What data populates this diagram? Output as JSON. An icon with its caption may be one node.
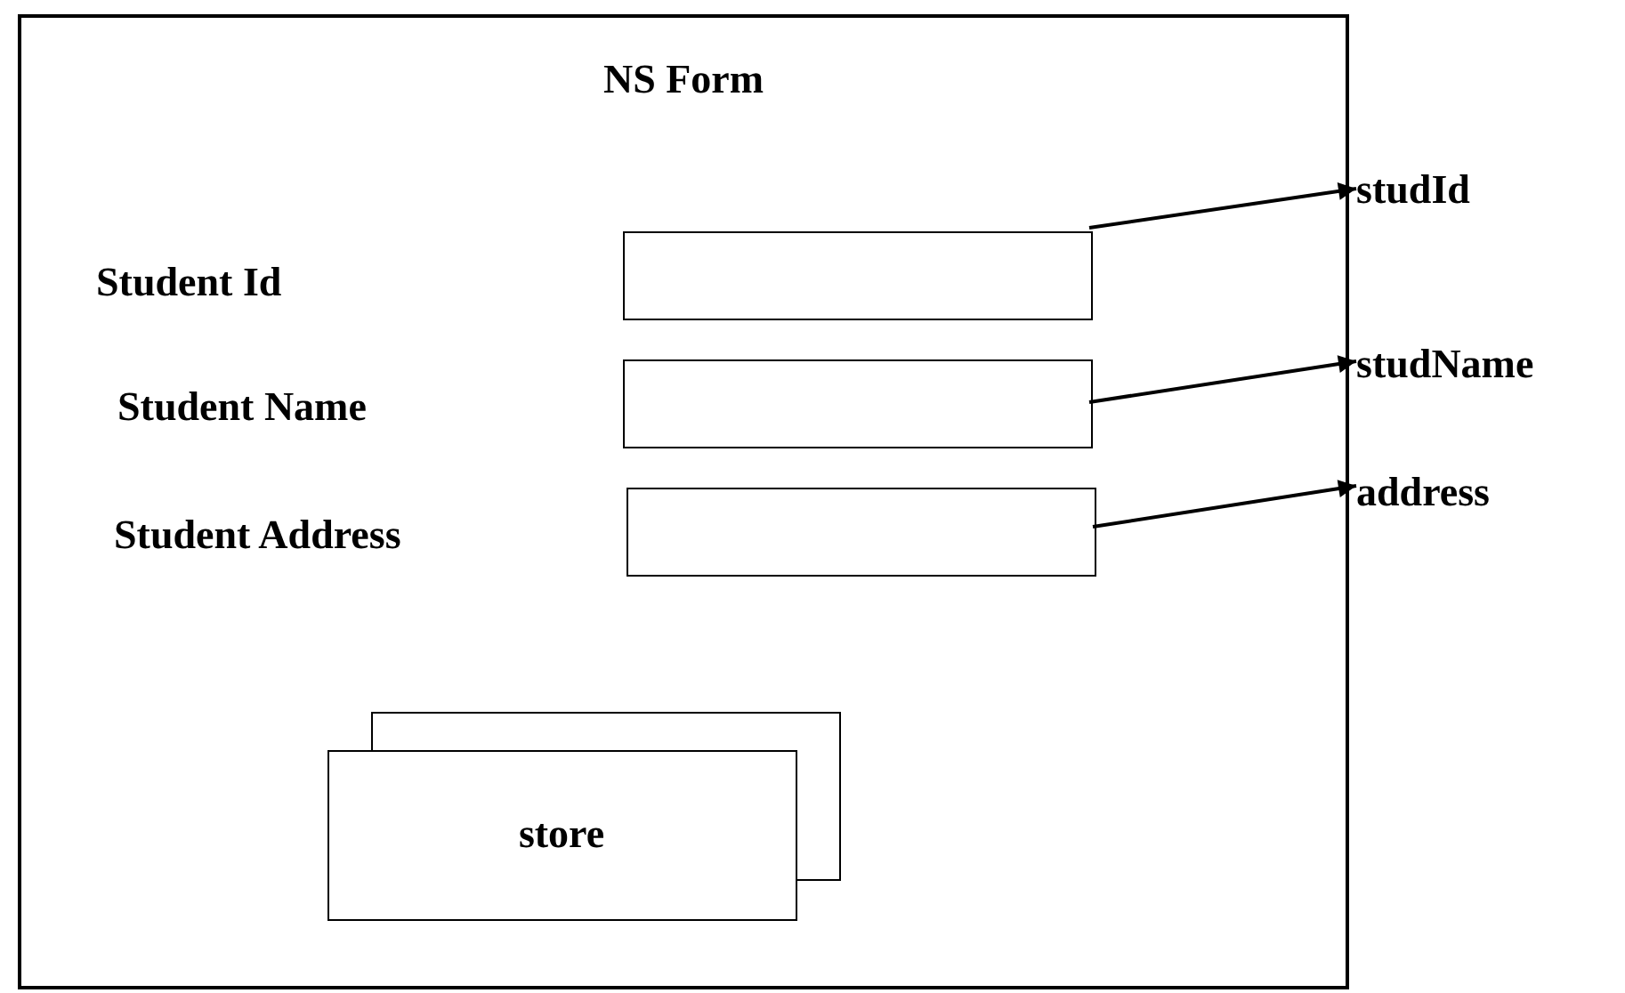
{
  "diagram": {
    "nodes": [
      {
        "text": [
          "NS Form"
        ]
      },
      {
        "text": [],
        "shape": "box",
        "in": 0
      },
      {
        "text": [],
        "shape": "box",
        "in": 0
      },
      {
        "text": [],
        "shape": "box",
        "in": 0
      },
      {
        "text": [
          "store"
        ],
        "in": 0
      },
      {
        "text": [
          "studId"
        ]
      },
      {
        "text": [
          "studName"
        ]
      },
      {
        "text": [
          "address"
        ]
      }
    ],
    "edges": [
      {
        "from": 1,
        "to": 5,
        "arrow": "to"
      },
      {
        "from": 2,
        "to": 6,
        "arrow": "to"
      },
      {
        "from": 3,
        "to": 7,
        "arrow": "to"
      }
    ],
    "labels": [
      "Student Id",
      "Student Name",
      "Student Address"
    ]
  }
}
